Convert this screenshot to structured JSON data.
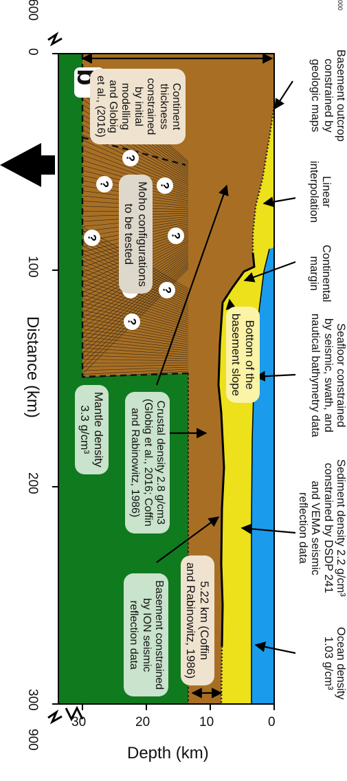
{
  "panel_label": "b",
  "corner_label": "000",
  "axes": {
    "distance": {
      "title": "Distance (km)",
      "ticks": [
        "0",
        "100",
        "200",
        "300"
      ],
      "break_start": "-600",
      "break_end": "900"
    },
    "depth": {
      "title": "Depth (km)",
      "ticks": [
        "0",
        "10",
        "20",
        "30"
      ]
    }
  },
  "annotations": [
    [
      "Basement outcrop",
      "constrained by",
      "geologic maps"
    ],
    [
      "Linear",
      "interpolation"
    ],
    [
      "Continental",
      "margin"
    ],
    [
      "Seafloor constrained",
      "by seismic, swath, and",
      "nautical bathymetry data"
    ],
    [
      "Sediment density 2.2 g/cm³",
      "constrained by DSDP 241",
      "and VEMA seismic",
      "reflection data"
    ],
    [
      "Ocean density",
      "1.03 g/cm³"
    ]
  ],
  "bubbles": {
    "continent_thickness": [
      "Continent",
      "thickness",
      "constrained",
      "by initial",
      "modelling",
      "and Globig",
      "et al., (2016)"
    ],
    "moho_configurations": [
      "Moho configurations",
      "to be tested"
    ],
    "mantle_density": [
      "Mantle density",
      "3.3 g/cm³"
    ],
    "crustal_density": [
      "Crustal density 2.8 g/cm3",
      "(Globig et al., 2016; Coffin",
      "and Rabinowitz, 1986)"
    ],
    "basement_slope": [
      "Bottom of the",
      "basement slope"
    ],
    "depth_522": [
      "5.22 km (Coffin",
      "and Rabinowitz, 1986)"
    ],
    "basement_ion": [
      "Basement constrained",
      "by ION seismic",
      "reflection data"
    ]
  },
  "question_mark": "?",
  "colors": {
    "mantle": "#107a1e",
    "crust": "#a86f24",
    "sediment": "#ece11a",
    "ocean": "#1a9bec",
    "bubble_light": "#efe3cf",
    "bubble_green": "#c9e3cc",
    "bubble_yellow": "#fbf3a6"
  }
}
